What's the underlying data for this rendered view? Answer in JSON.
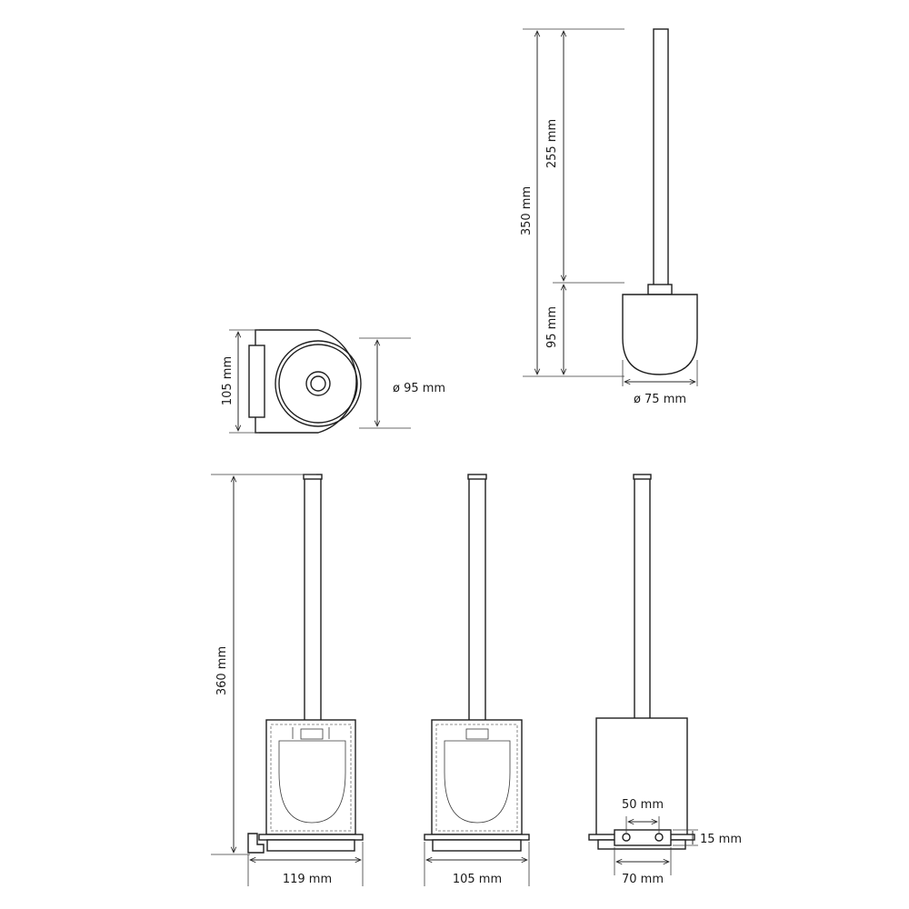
{
  "drawing": {
    "brush_view": {
      "total_height_label": "350 mm",
      "handle_length_label": "255 mm",
      "head_height_label": "95 mm",
      "head_diameter_label": "ø 75 mm"
    },
    "top_view": {
      "depth_label": "105 mm",
      "diameter_label": "ø 95 mm"
    },
    "front_view": {
      "height_label": "360 mm",
      "width_label": "119 mm"
    },
    "inner_view": {
      "width_label": "105 mm"
    },
    "back_view": {
      "hole_spacing_label": "50 mm",
      "bracket_height_label": "15 mm",
      "bracket_width_label": "70 mm"
    }
  }
}
